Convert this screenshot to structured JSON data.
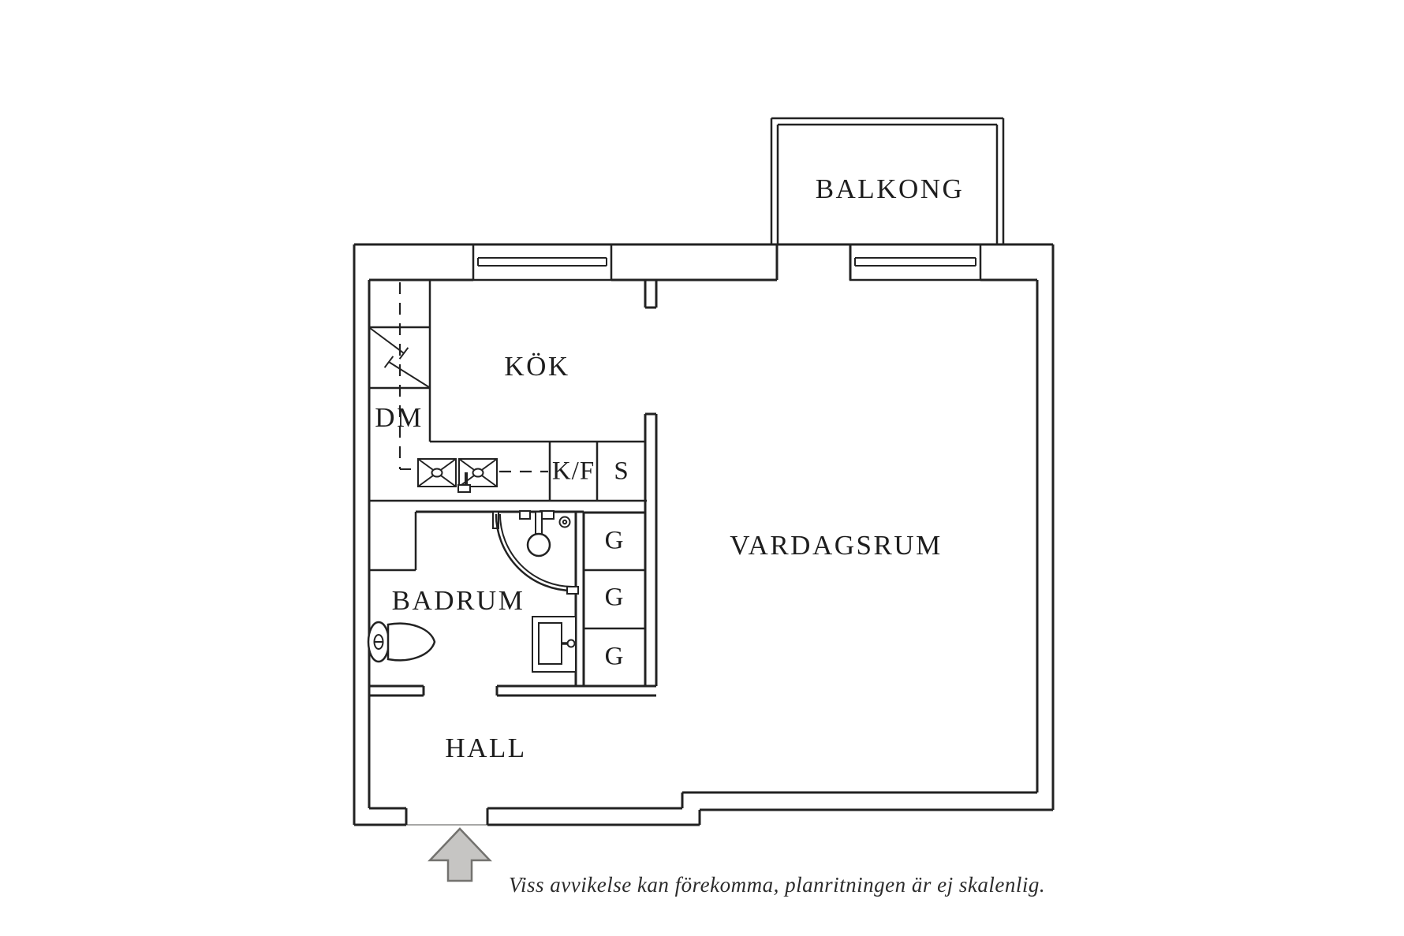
{
  "document": {
    "type": "apartment-floor-plan",
    "language": "sv"
  },
  "rooms": {
    "balcony": "BALKONG",
    "kitchen": "KÖK",
    "living_room": "VARDAGSRUM",
    "bathroom": "BADRUM",
    "hall": "HALL"
  },
  "appliances": {
    "dishwasher": "DM",
    "fridge_freezer": "K/F",
    "tall_cabinet": "S"
  },
  "wardrobes": [
    "G",
    "G",
    "G"
  ],
  "footnote": "Viss avvikelse kan förekomma, planritningen är ej skalenlig.",
  "colors": {
    "background": "#ffffff",
    "line": "#222222",
    "entrance_arrow_fill": "#c6c5c3",
    "entrance_arrow_stroke": "#73726f"
  },
  "icons": [
    "entrance-arrow-icon",
    "toilet-icon",
    "shower-icon",
    "washbasin-icon",
    "kitchen-sink-icon",
    "window-icon",
    "balcony-door-opening"
  ]
}
